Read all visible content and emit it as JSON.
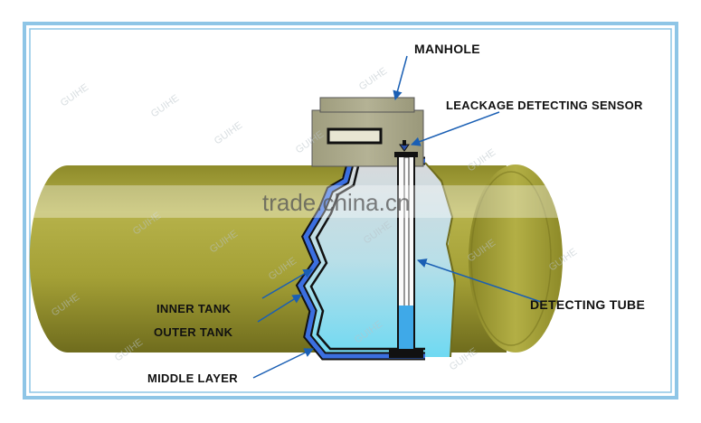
{
  "labels": {
    "manhole": "MANHOLE",
    "sensor": "LEACKAGE DETECTING SENSOR",
    "inner_tank": "INNER TANK",
    "outer_tank": "OUTER TANK",
    "middle_layer": "MIDDLE LAYER",
    "detecting_tube": "DETECTING TUBE"
  },
  "watermarks": {
    "brand": "GUIHE",
    "site": "trade.china.cn"
  },
  "colors": {
    "frame": "#8ec5e6",
    "tank_body": "#a7a335",
    "tank_shadow": "#7d7a22",
    "manhole": "#a8a68a",
    "outer_tank": "#3b6fe0",
    "liquid": "#8fe0f2",
    "arrow": "#1a5fb4"
  }
}
